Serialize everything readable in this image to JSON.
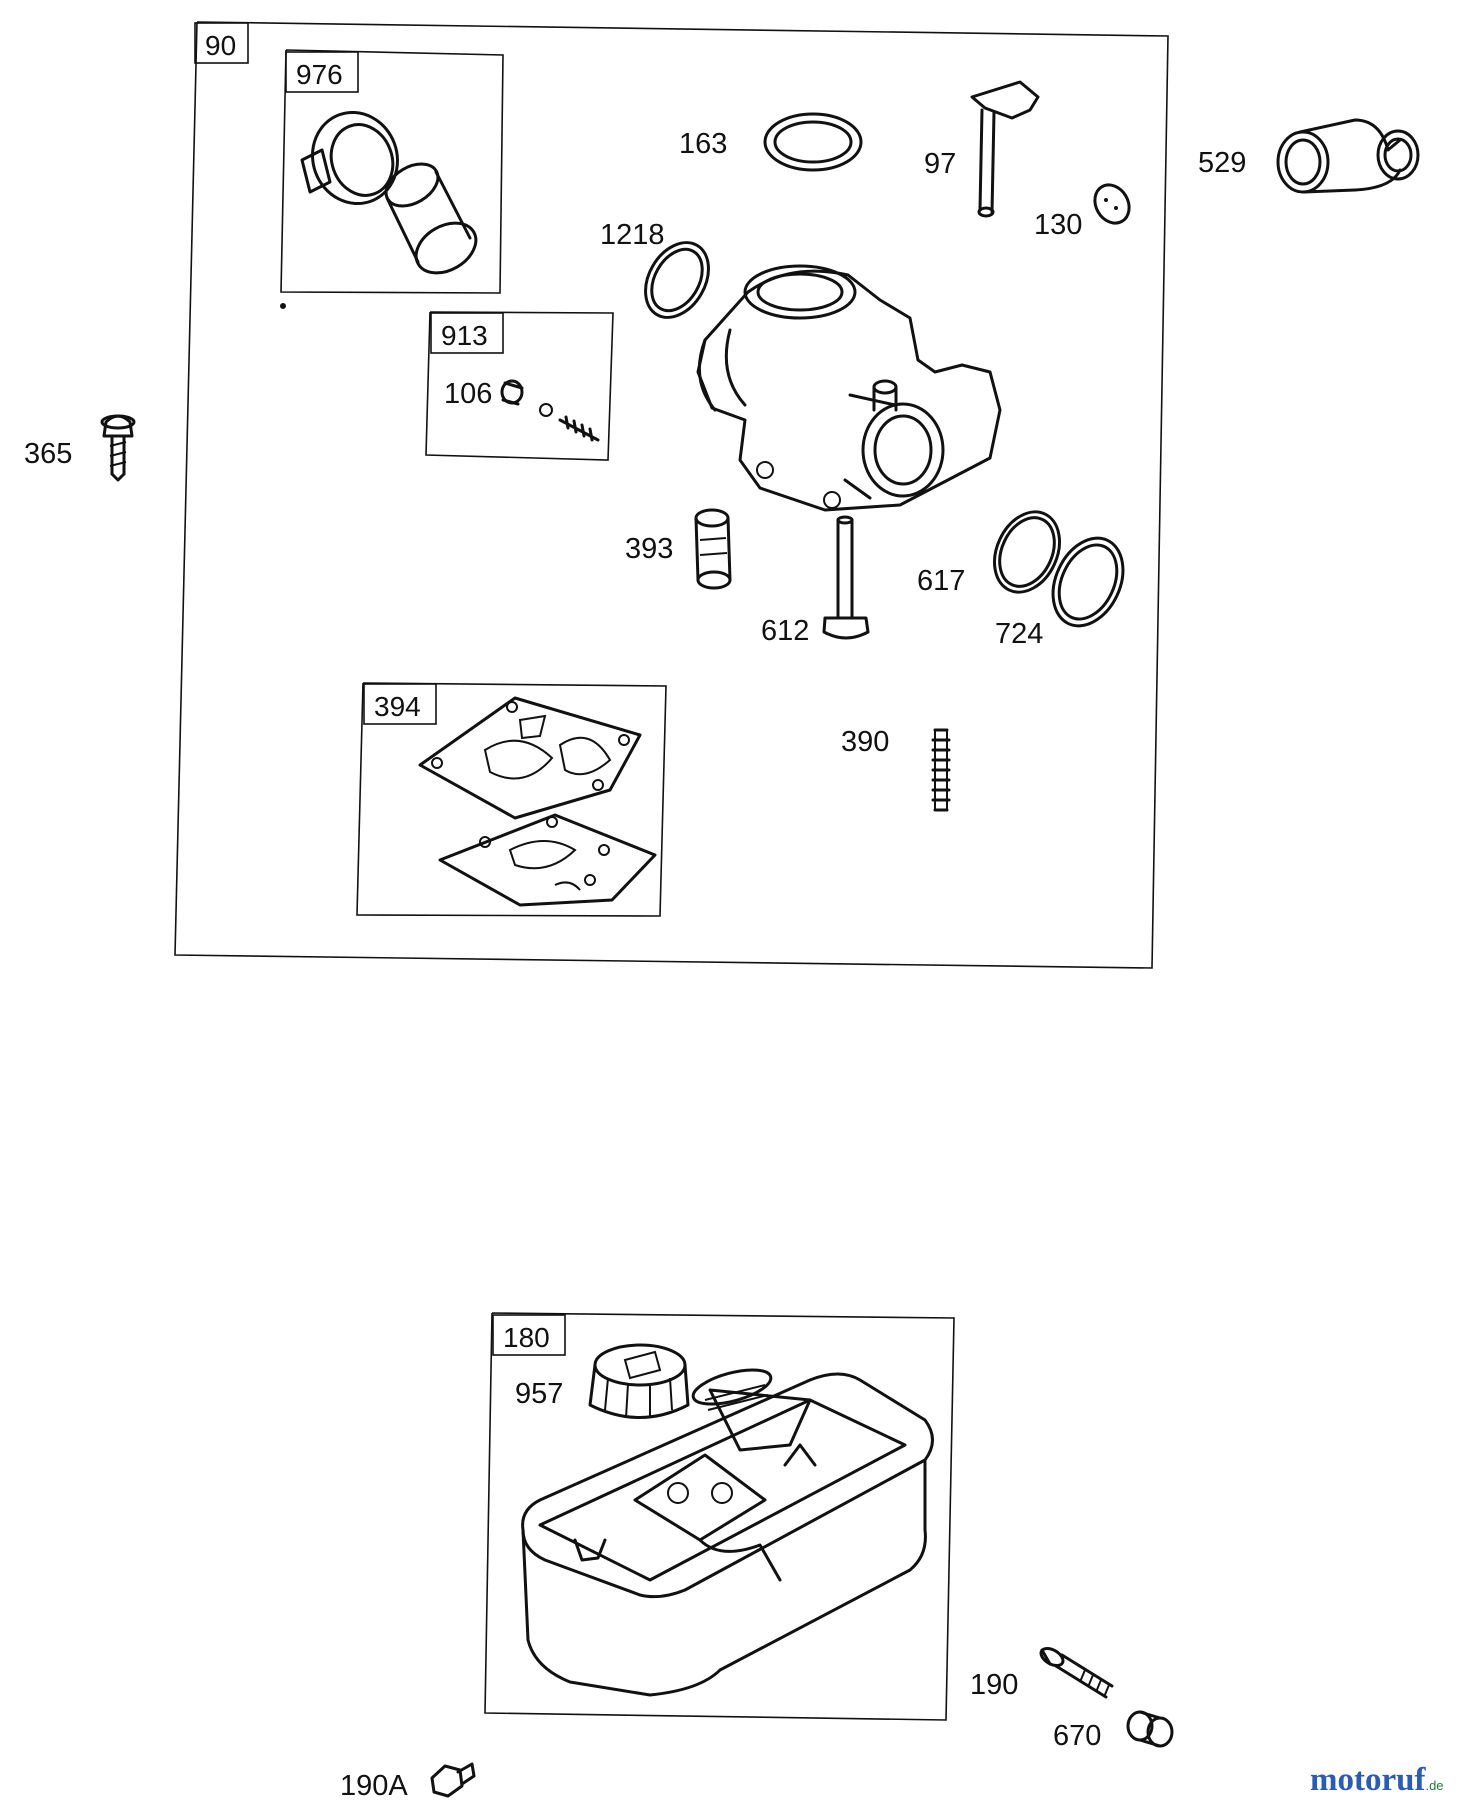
{
  "labels": {
    "p90": "90",
    "p976": "976",
    "p163": "163",
    "p97": "97",
    "p529": "529",
    "p1218": "1218",
    "p130": "130",
    "p913": "913",
    "p106": "106",
    "p365": "365",
    "p393": "393",
    "p617": "617",
    "p612": "612",
    "p724": "724",
    "p394": "394",
    "p390": "390",
    "p180": "180",
    "p957": "957",
    "p190": "190",
    "p670": "670",
    "p190a": "190A"
  },
  "logo": {
    "main": "motoruf",
    "suffix": ".de"
  },
  "colors": {
    "ink": "#111111",
    "logo_green": "#1f7a3c",
    "logo_orange": "#e07a1e",
    "logo_blue": "#2a5db0"
  }
}
